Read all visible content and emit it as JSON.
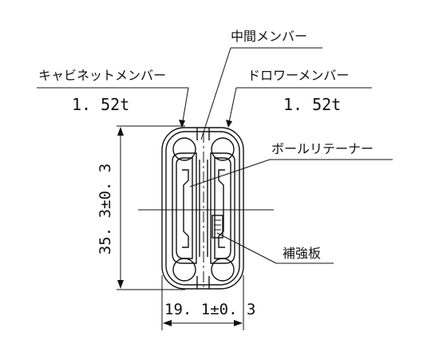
{
  "labels": {
    "intermediate_member": "中間メンバー",
    "cabinet_member": "キャビネットメンバー",
    "drawer_member": "ドロワーメンバー",
    "ball_retainer": "ボールリテーナー",
    "reinforcement_plate": "補強板"
  },
  "thickness": {
    "cabinet_member": "1. 52t",
    "drawer_member": "1. 52t"
  },
  "dimensions": {
    "height": "35. 3±0. 3",
    "width": "19. 1±0. 3"
  }
}
